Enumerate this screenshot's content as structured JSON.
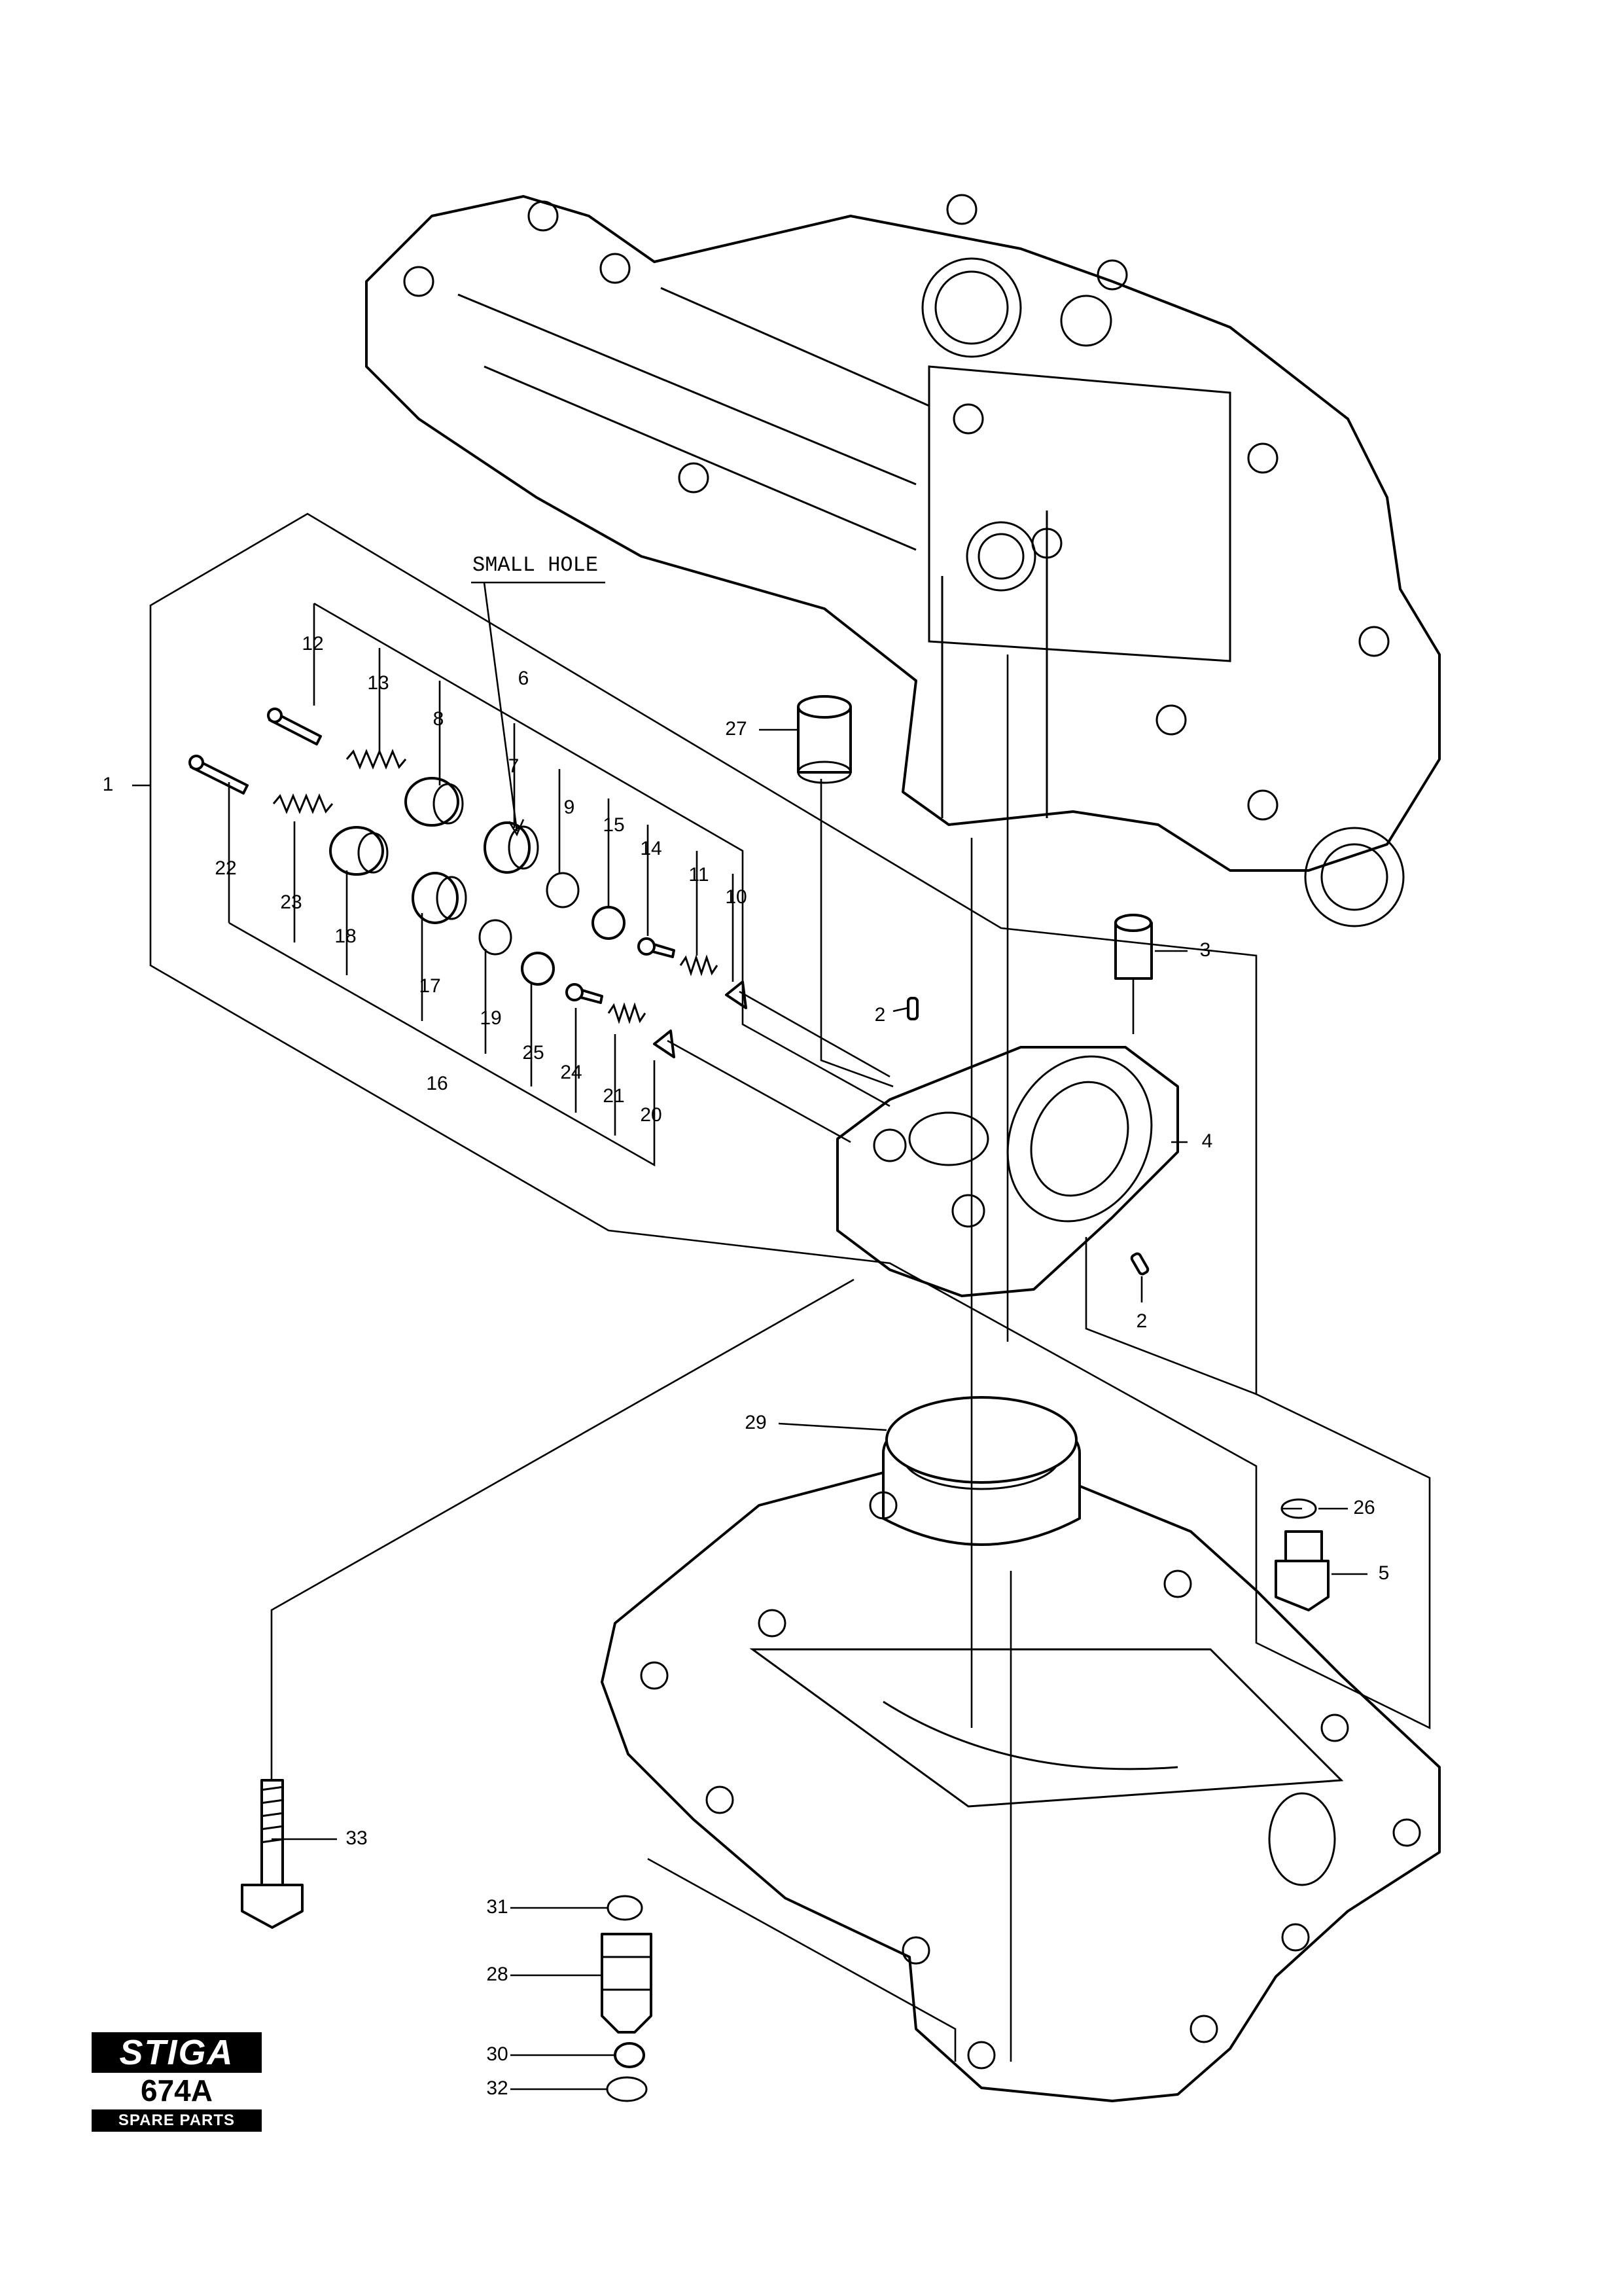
{
  "diagram": {
    "note": "SMALL HOLE",
    "callouts": [
      "1",
      "2",
      "2",
      "3",
      "4",
      "5",
      "6",
      "7",
      "8",
      "9",
      "10",
      "11",
      "12",
      "13",
      "14",
      "15",
      "16",
      "17",
      "18",
      "19",
      "20",
      "21",
      "22",
      "23",
      "24",
      "25",
      "26",
      "27",
      "28",
      "29",
      "30",
      "31",
      "32",
      "33"
    ]
  },
  "logo": {
    "brand": "STIGA",
    "code": "674A",
    "subtitle": "SPARE PARTS"
  }
}
